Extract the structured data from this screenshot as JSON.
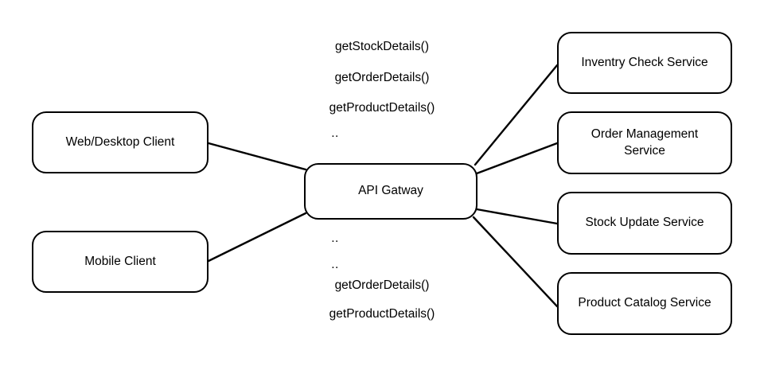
{
  "diagram": {
    "title": "API Gateway microservices diagram",
    "background_color": "#ffffff",
    "stroke_color": "#000000",
    "text_color": "#000000"
  },
  "nodes": {
    "client_web": {
      "label": "Web/Desktop Client"
    },
    "client_mobile": {
      "label": "Mobile Client"
    },
    "gateway": {
      "label": "API Gatway"
    },
    "service_inventory": {
      "label": "Inventry Check Service"
    },
    "service_order": {
      "label": "Order Management\nService"
    },
    "service_stock": {
      "label": "Stock Update Service"
    },
    "service_product": {
      "label": "Product Catalog Service"
    }
  },
  "call_labels": {
    "top": [
      {
        "text": "getStockDetails()"
      },
      {
        "text": "getOrderDetails()"
      },
      {
        "text": "getProductDetails()"
      },
      {
        "text": ".."
      }
    ],
    "bottom": [
      {
        "text": ".."
      },
      {
        "text": ".."
      },
      {
        "text": "getOrderDetails()"
      },
      {
        "text": "getProductDetails()"
      }
    ]
  }
}
